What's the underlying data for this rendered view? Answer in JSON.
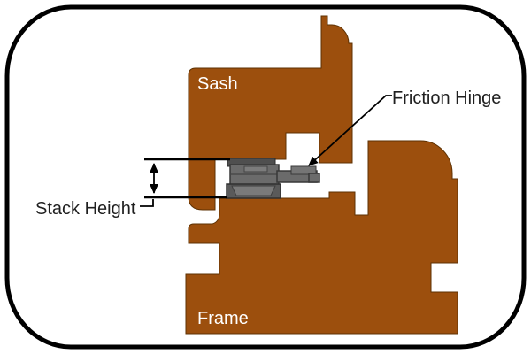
{
  "figure": {
    "type": "window-hinge-cross-section-diagram",
    "labels": {
      "sash": "Sash",
      "frame": "Frame",
      "friction_hinge": "Friction Hinge",
      "stack_height": "Stack Height"
    },
    "colors": {
      "wood": "#9C4F0D",
      "wood_outline": "#5E3203",
      "hinge_gray": "#6B6B6B",
      "hinge_dark_gray": "#4F4F4F",
      "hinge_light_gray": "#7C7C7C",
      "hinge_outline": "#303030",
      "annotation_line": "#000000",
      "annotation_text": "#1F1F1F",
      "shape_label_text": "#FFFFFF",
      "border": "#000000",
      "background": "#FFFFFF"
    }
  }
}
